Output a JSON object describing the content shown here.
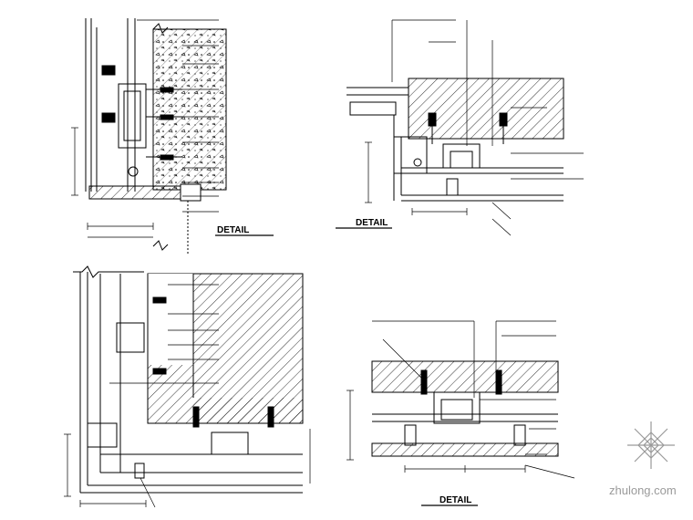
{
  "drawing": {
    "detail_labels": [
      "DETAIL",
      "DETAIL",
      "DETAIL"
    ],
    "watermark": "zhulong.com"
  },
  "colors": {
    "line": "#000000",
    "hatch": "#000000",
    "watermark": "#9a9a9a"
  }
}
